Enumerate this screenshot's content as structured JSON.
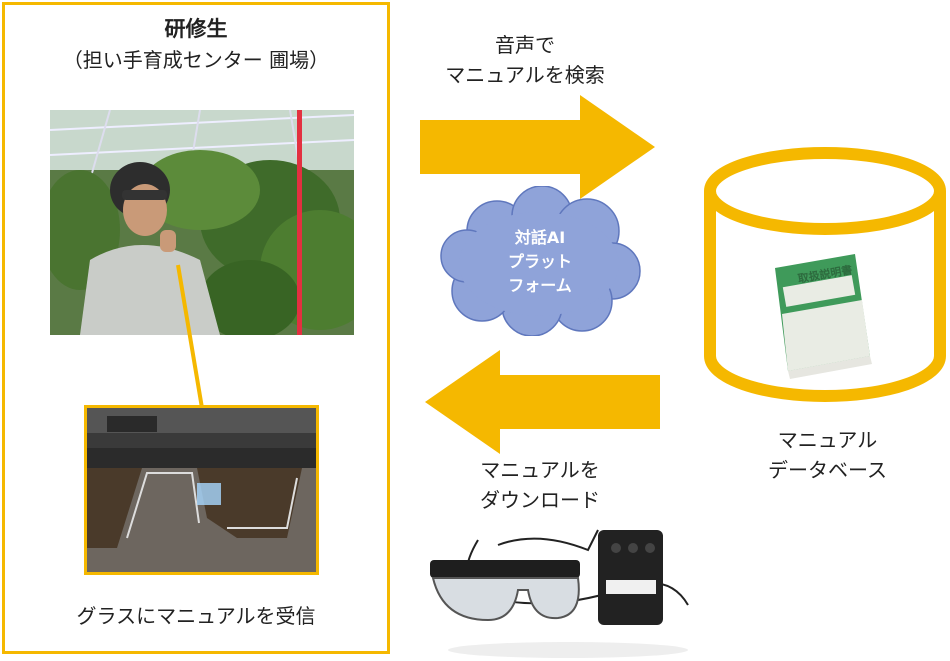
{
  "trainee": {
    "title": "研修生",
    "subtitle": "（担い手育成センター 圃場）",
    "glasses_caption": "グラスにマニュアルを受信"
  },
  "flow": {
    "search_label": [
      "音声で",
      "マニュアルを検索"
    ],
    "download_label": [
      "マニュアルを",
      "ダウンロード"
    ]
  },
  "platform": {
    "lines": [
      "対話AI",
      "プラット",
      "フォーム"
    ]
  },
  "database": {
    "label": [
      "マニュアル",
      "データベース"
    ],
    "book_title": "取扱説明書"
  },
  "colors": {
    "accent": "#f5b800",
    "cloud": "#8fa3d9"
  }
}
